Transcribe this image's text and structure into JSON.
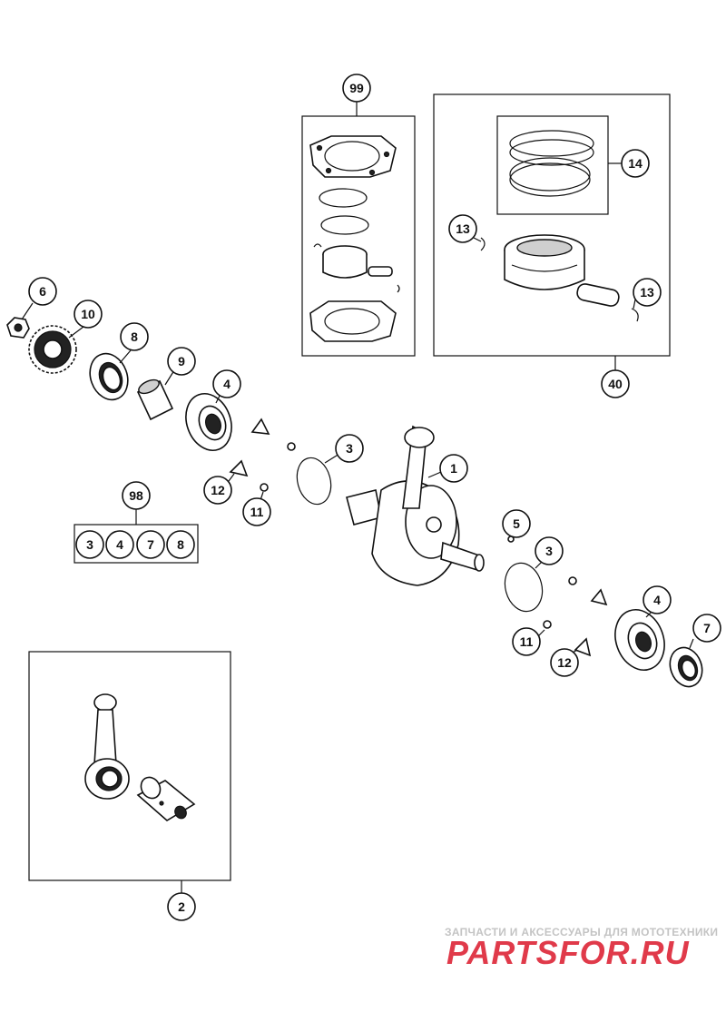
{
  "callouts": {
    "c1": "1",
    "c2": "2",
    "c3a": "3",
    "c3b": "3",
    "c4a": "4",
    "c4b": "4",
    "c5": "5",
    "c6": "6",
    "c7": "7",
    "c8": "8",
    "c9": "9",
    "c10": "10",
    "c11a": "11",
    "c11b": "11",
    "c12a": "12",
    "c12b": "12",
    "c13a": "13",
    "c13b": "13",
    "c14": "14",
    "c40": "40",
    "c98": "98",
    "c99": "99"
  },
  "kit98": [
    "3",
    "4",
    "7",
    "8"
  ],
  "watermark": {
    "subtitle": "ЗАПЧАСТИ И АКСЕССУАРЫ ДЛЯ МОТОТЕХНИКИ",
    "logo": "PARTSFOR.RU"
  }
}
